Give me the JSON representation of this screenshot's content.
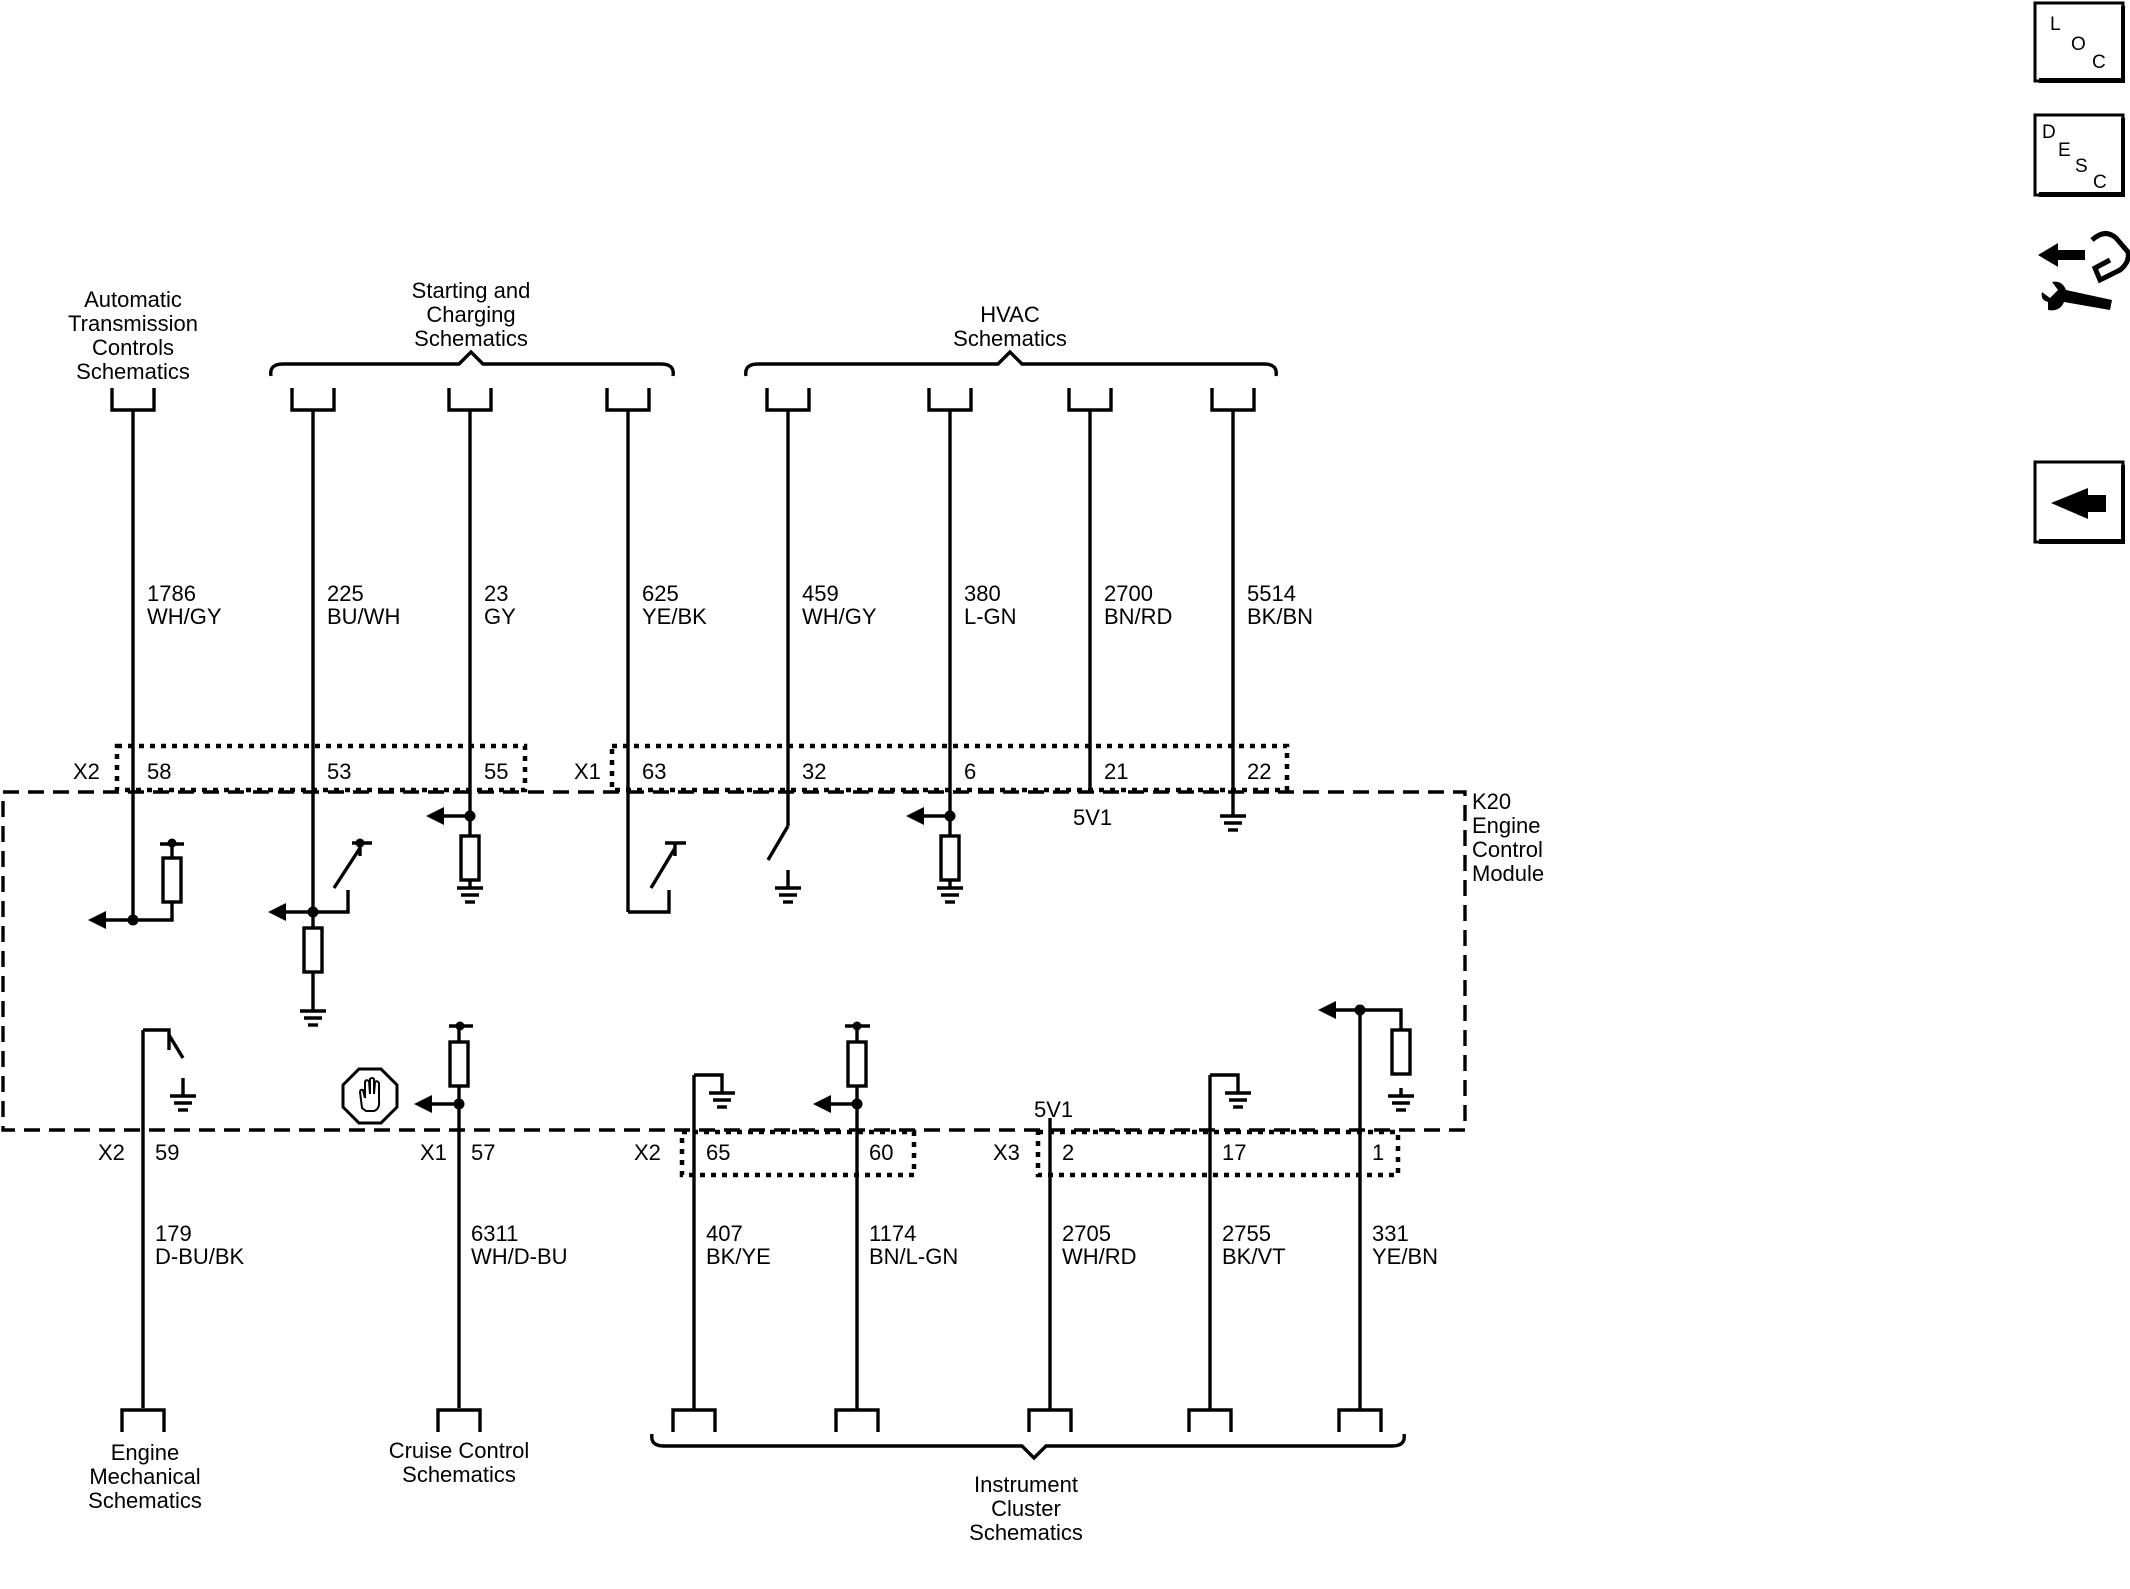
{
  "module": {
    "label_lines": [
      "K20",
      "Engine",
      "Control",
      "Module"
    ],
    "ref_5v1": "5V1"
  },
  "top_sections": [
    {
      "id": "atc",
      "lines": [
        "Automatic",
        "Transmission",
        "Controls",
        "Schematics"
      ]
    },
    {
      "id": "sc",
      "lines": [
        "Starting and",
        "Charging",
        "Schematics"
      ]
    },
    {
      "id": "hvac",
      "lines": [
        "HVAC",
        "Schematics"
      ]
    }
  ],
  "bottom_sections": [
    {
      "id": "em",
      "lines": [
        "Engine",
        "Mechanical",
        "Schematics"
      ]
    },
    {
      "id": "cc",
      "lines": [
        "Cruise Control",
        "Schematics"
      ]
    },
    {
      "id": "ic",
      "lines": [
        "Instrument",
        "Cluster",
        "Schematics"
      ]
    }
  ],
  "connectors": {
    "x1": "X1",
    "x2": "X2",
    "x3": "X3"
  },
  "top_wires": [
    {
      "circuit": "1786",
      "color": "WH/GY",
      "pin": "58"
    },
    {
      "circuit": "225",
      "color": "BU/WH",
      "pin": "53"
    },
    {
      "circuit": "23",
      "color": "GY",
      "pin": "55"
    },
    {
      "circuit": "625",
      "color": "YE/BK",
      "pin": "63"
    },
    {
      "circuit": "459",
      "color": "WH/GY",
      "pin": "32"
    },
    {
      "circuit": "380",
      "color": "L-GN",
      "pin": "6"
    },
    {
      "circuit": "2700",
      "color": "BN/RD",
      "pin": "21"
    },
    {
      "circuit": "5514",
      "color": "BK/BN",
      "pin": "22"
    }
  ],
  "bottom_wires": [
    {
      "circuit": "179",
      "color": "D-BU/BK",
      "pin": "59"
    },
    {
      "circuit": "6311",
      "color": "WH/D-BU",
      "pin": "57"
    },
    {
      "circuit": "407",
      "color": "BK/YE",
      "pin": "65"
    },
    {
      "circuit": "1174",
      "color": "BN/L-GN",
      "pin": "60"
    },
    {
      "circuit": "2705",
      "color": "WH/RD",
      "pin": "2"
    },
    {
      "circuit": "2755",
      "color": "BK/VT",
      "pin": "17"
    },
    {
      "circuit": "331",
      "color": "YE/BN",
      "pin": "1"
    }
  ],
  "nav": {
    "loc": [
      "L",
      "O",
      "C"
    ],
    "desc": [
      "D",
      "E",
      "S",
      "C"
    ]
  }
}
